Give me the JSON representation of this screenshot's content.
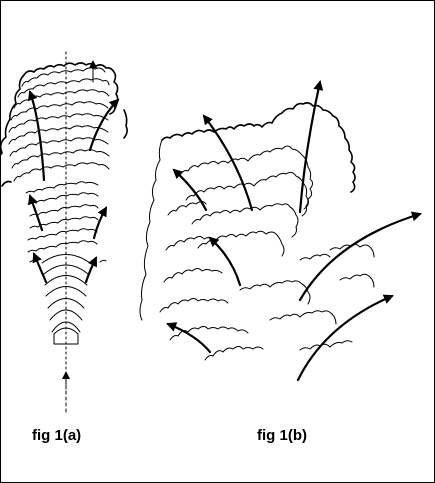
{
  "figure": {
    "captions": {
      "a": "fig 1(a)",
      "b": "fig 1(b)"
    },
    "colors": {
      "ink": "#000000",
      "background": "#ffffff",
      "border": "#000000"
    },
    "panels": [
      {
        "name": "fig-1a-growth-diagram",
        "description_icon": "layered-growth-lines-with-arrows"
      },
      {
        "name": "fig-1b-growth-diagram",
        "description_icon": "layered-growth-lines-with-arrows"
      }
    ]
  }
}
